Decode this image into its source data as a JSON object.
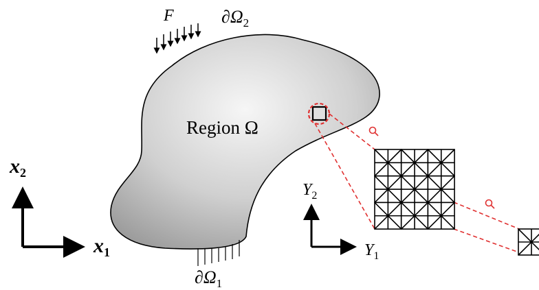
{
  "labels": {
    "region": "Region Ω",
    "force": "F",
    "boundary_top": "∂Ω",
    "boundary_top_sub": "2",
    "boundary_bottom": "∂Ω",
    "boundary_bottom_sub": "1",
    "axis_x1": "x",
    "axis_x1_sub": "1",
    "axis_x2": "x",
    "axis_x2_sub": "2",
    "axis_y1": "Y",
    "axis_y1_sub": "1",
    "axis_y2": "Y",
    "axis_y2_sub": "2"
  },
  "colors": {
    "outline": "#000000",
    "zoom": "#e03030",
    "fill_light": "#f4f4f4",
    "fill_dark": "#9a9a9a"
  },
  "icons": [
    "magnifier-icon",
    "magnifier-icon"
  ]
}
